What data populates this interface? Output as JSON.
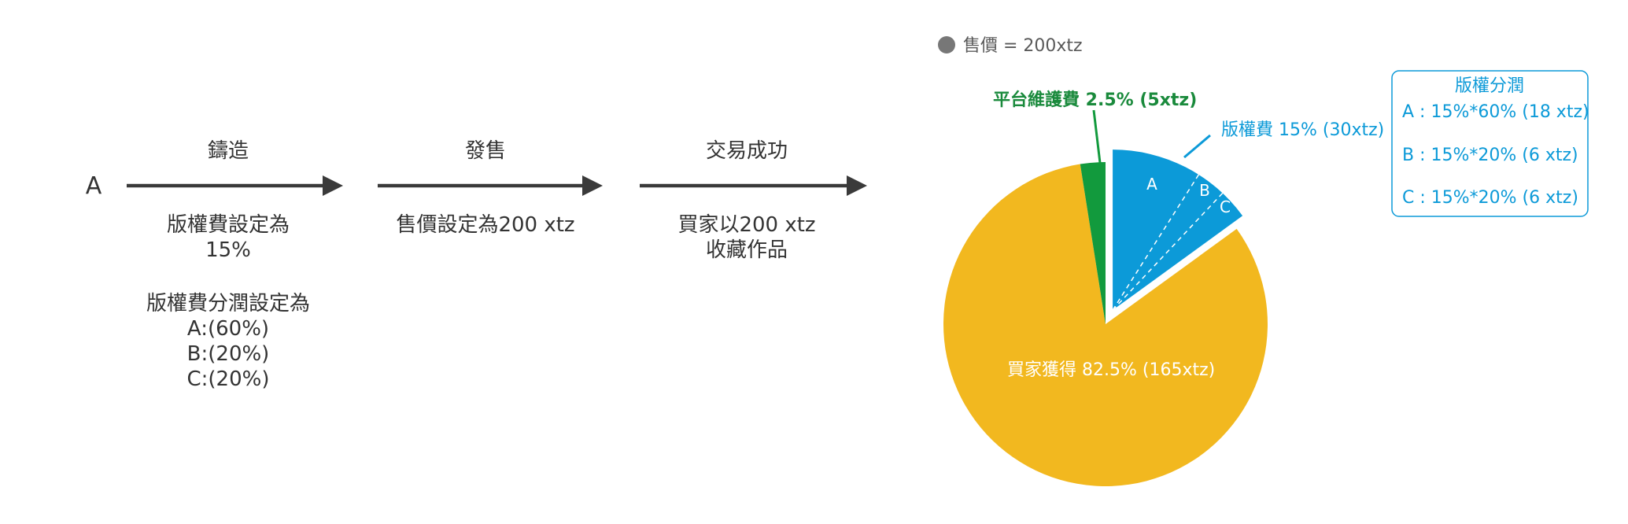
{
  "flow": {
    "start_label": "A",
    "steps": [
      {
        "title": "鑄造",
        "desc_lines": [
          "版權費設定為",
          "15%",
          "",
          "版權費分潤設定為",
          "A:(60%)",
          "B:(20%)",
          "C:(20%)"
        ]
      },
      {
        "title": "發售",
        "desc_lines": [
          "售價設定為200 xtz"
        ]
      },
      {
        "title": "交易成功",
        "desc_lines": [
          "買家以200 xtz",
          "收藏作品"
        ]
      }
    ]
  },
  "pie": {
    "legend_text": "售價 = 200xtz",
    "legend_color": "#777777",
    "platform_label": "平台維護費 2.5% (5xtz)",
    "royalty_label": "版權費 15% (30xtz)",
    "buyer_label": "買家獲得 82.5% (165xtz)",
    "royalty_letters": [
      "A",
      "B",
      "C"
    ],
    "colors": {
      "buyer": "#f2b81f",
      "platform": "#129a3d",
      "royalty": "#0c9ad8"
    }
  },
  "chart_data": {
    "type": "pie",
    "slices": [
      {
        "label": "買家獲得",
        "percent": 82.5,
        "value": 165
      },
      {
        "label": "平台維護費",
        "percent": 2.5,
        "value": 5
      },
      {
        "label": "版權費",
        "percent": 15,
        "value": 30
      }
    ],
    "royalty_split": [
      {
        "label": "A",
        "percent": 60
      },
      {
        "label": "B",
        "percent": 20
      },
      {
        "label": "C",
        "percent": 20
      }
    ]
  },
  "split_box": {
    "title": "版權分潤",
    "lines": [
      "A : 15%*60% (18 xtz)",
      "B : 15%*20% (6 xtz)",
      "C : 15%*20% (6 xtz)"
    ]
  }
}
